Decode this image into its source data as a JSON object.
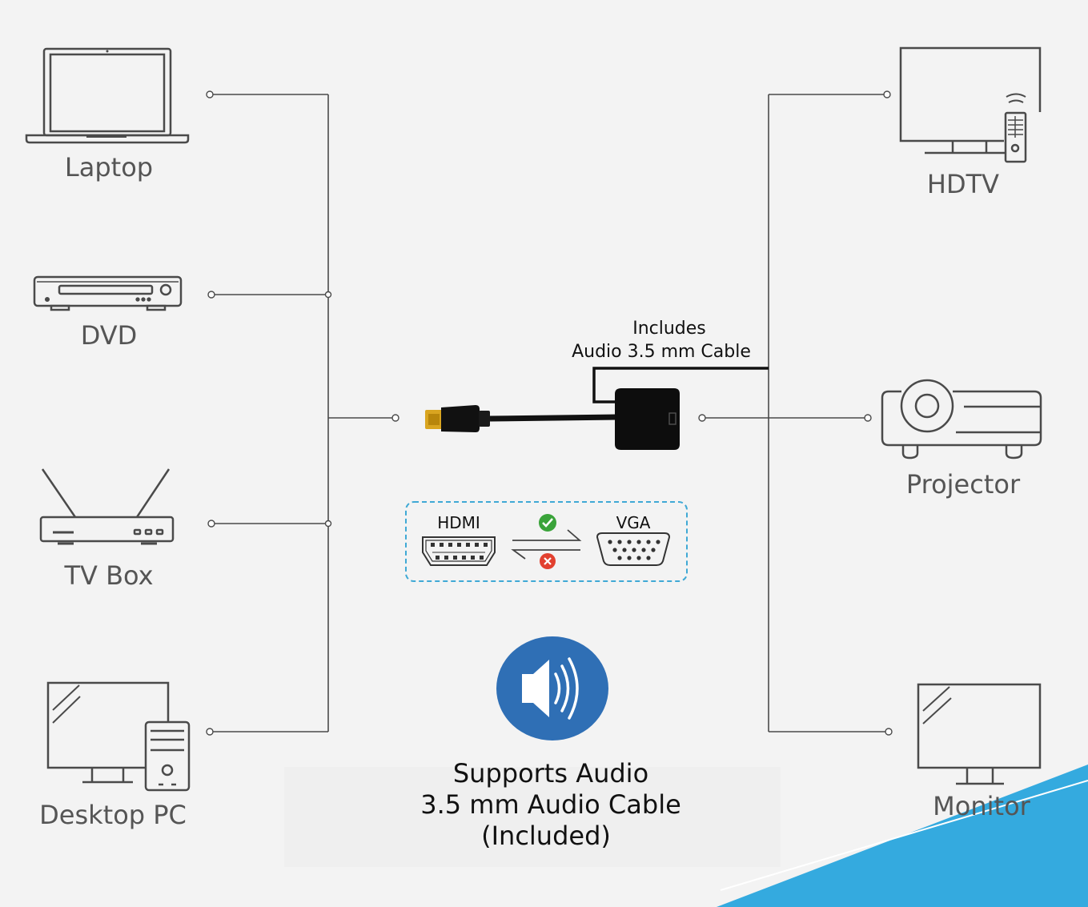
{
  "sources": {
    "laptop": "Laptop",
    "dvd": "DVD",
    "tv_box": "TV Box",
    "desktop_pc": "Desktop PC"
  },
  "outputs": {
    "hdtv": "HDTV",
    "projector": "Projector",
    "monitor": "Monitor"
  },
  "audio_cable_note": {
    "line1": "Includes",
    "line2": "Audio 3.5 mm Cable"
  },
  "direction_box": {
    "from": "HDMI",
    "to": "VGA",
    "check_icon": "check-circle-icon",
    "cross_icon": "x-circle-icon"
  },
  "audio_support": {
    "icon": "speaker-icon",
    "line1": "Supports Audio",
    "line2": "3.5 mm Audio Cable",
    "line3": "(Included)"
  },
  "colors": {
    "accent_blue": "#2f6fb5",
    "corner_blue": "#34aadf",
    "dashed_border": "#3fa9d5",
    "check_green": "#3aa33a",
    "cross_red": "#e2402f",
    "hdmi_gold": "#d9a520"
  }
}
